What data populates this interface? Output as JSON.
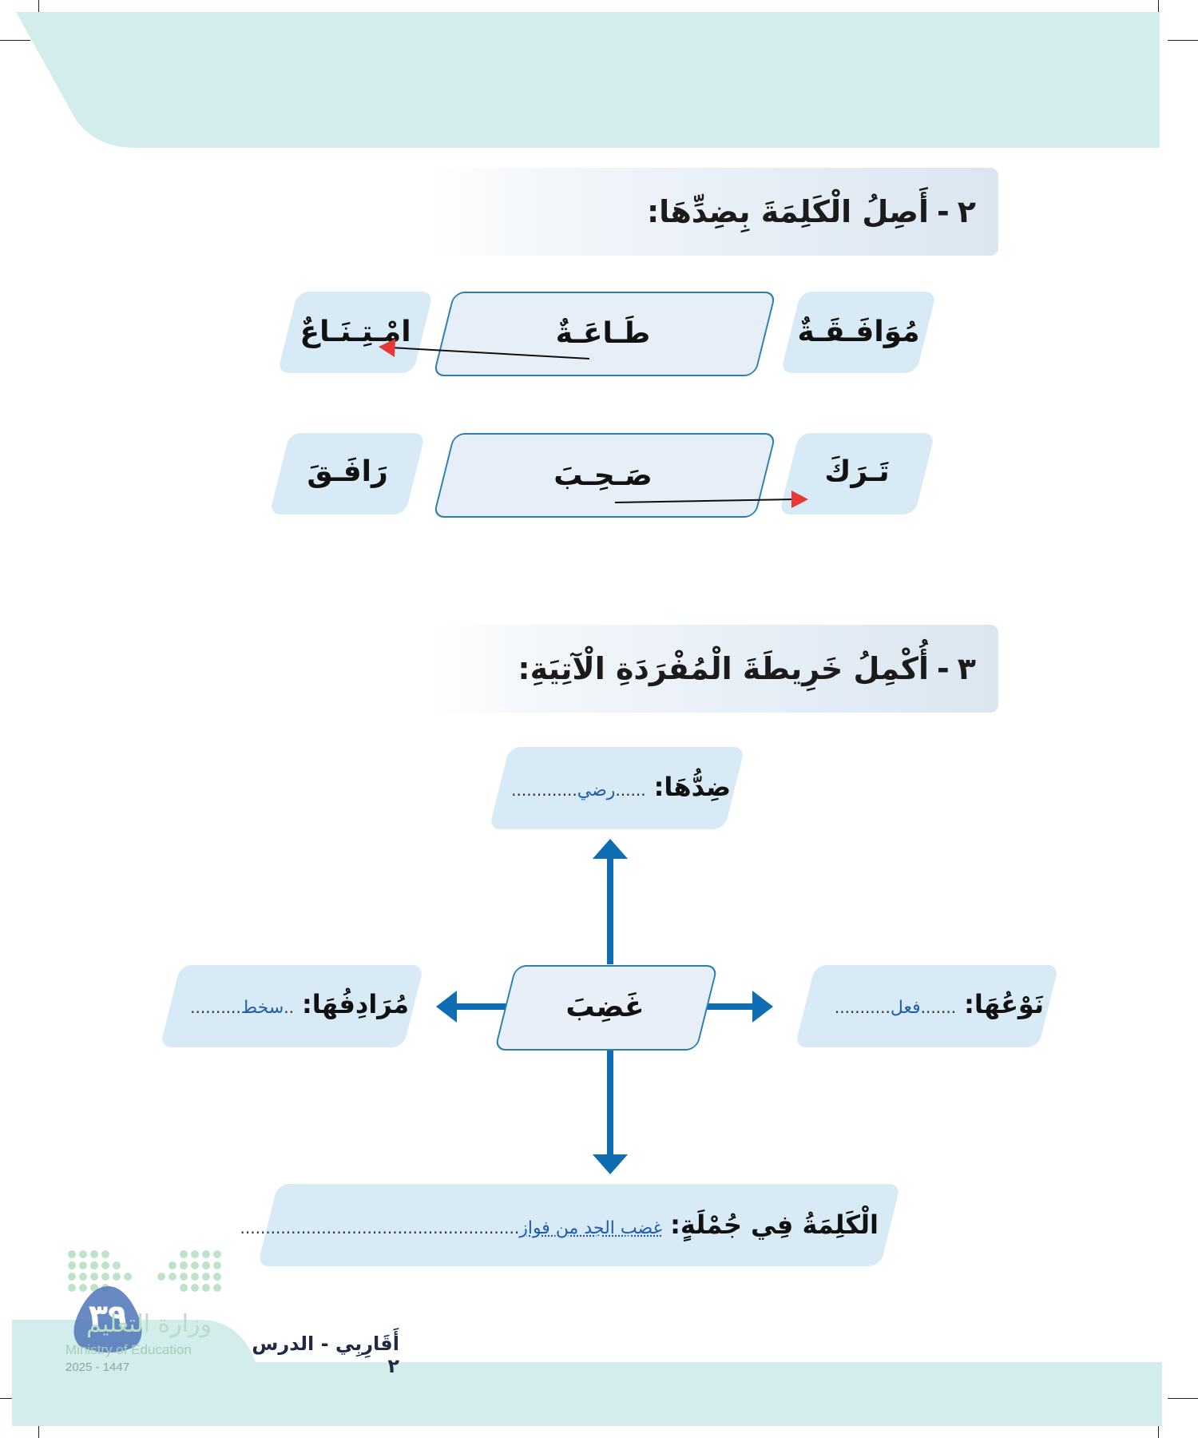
{
  "q2": {
    "number": "٢",
    "title": "أَصِلُ الْكَلِمَةَ بِضِدِّهَا:",
    "rows": [
      {
        "left": "امْـتِـنَـاعٌ",
        "center": "طَـاعَـةٌ",
        "right": "مُوَافَـقَـةٌ"
      },
      {
        "left": "رَافَـقَ",
        "center": "صَـحِـبَ",
        "right": "تَـرَكَ"
      }
    ]
  },
  "q3": {
    "number": "٣",
    "title": "أُكْمِلُ خَرِيطَةَ الْمُفْرَدَةِ الْآتِيَةِ:",
    "center_word": "غَضِبَ",
    "opposite": {
      "label": "ضِدُّهَا:",
      "answer": "رضي",
      "dots_before": "......",
      "dots_after": "............."
    },
    "synonym": {
      "label": "مُرَادِفُهَا:",
      "answer": "سخط",
      "dots_before": "..",
      "dots_after": ".........."
    },
    "type": {
      "label": "نَوْعُهَا:",
      "answer": "فعل",
      "dots_before": ".......",
      "dots_after": "..........."
    },
    "sentence": {
      "label": "الْكَلِمَةُ فِي جُمْلَةٍ:",
      "answer": "غضب الجد من فواز",
      "dots_after": "......................................................."
    }
  },
  "footer": {
    "lesson": "أَقَارِبِي - الدرس ٢",
    "page_number": "٣٩",
    "ministry_ar": "وزارة التعليم",
    "ministry_en": "Ministry of Education",
    "year": "2025 - 1447"
  },
  "colors": {
    "accent": "#2d7fb0",
    "arrow_blue": "#0f6db3",
    "arrow_red": "#e53935",
    "box_fill": "#d7eaf6",
    "answer": "#1f5ea8"
  }
}
